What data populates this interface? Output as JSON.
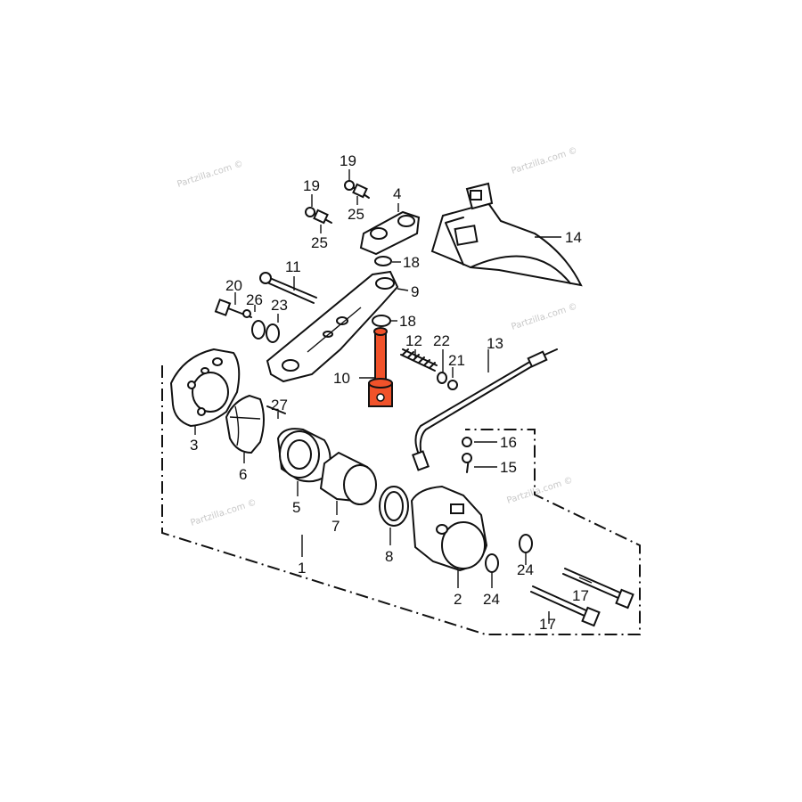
{
  "diagram": {
    "highlight_color": "#f0522a",
    "line_color": "#111111",
    "watermark": "Partzilla.com ©",
    "callouts": [
      {
        "id": "c1",
        "text": "1"
      },
      {
        "id": "c2",
        "text": "2"
      },
      {
        "id": "c3",
        "text": "3"
      },
      {
        "id": "c4",
        "text": "4"
      },
      {
        "id": "c5",
        "text": "5"
      },
      {
        "id": "c6",
        "text": "6"
      },
      {
        "id": "c7",
        "text": "7"
      },
      {
        "id": "c8",
        "text": "8"
      },
      {
        "id": "c9",
        "text": "9"
      },
      {
        "id": "c10",
        "text": "10"
      },
      {
        "id": "c11",
        "text": "11"
      },
      {
        "id": "c12",
        "text": "12"
      },
      {
        "id": "c13",
        "text": "13"
      },
      {
        "id": "c14",
        "text": "14"
      },
      {
        "id": "c15",
        "text": "15"
      },
      {
        "id": "c16",
        "text": "16"
      },
      {
        "id": "c17a",
        "text": "17"
      },
      {
        "id": "c17b",
        "text": "17"
      },
      {
        "id": "c18a",
        "text": "18"
      },
      {
        "id": "c18b",
        "text": "18"
      },
      {
        "id": "c19a",
        "text": "19"
      },
      {
        "id": "c19b",
        "text": "19"
      },
      {
        "id": "c20",
        "text": "20"
      },
      {
        "id": "c21",
        "text": "21"
      },
      {
        "id": "c22",
        "text": "22"
      },
      {
        "id": "c23",
        "text": "23"
      },
      {
        "id": "c24a",
        "text": "24"
      },
      {
        "id": "c24b",
        "text": "24"
      },
      {
        "id": "c25a",
        "text": "25"
      },
      {
        "id": "c25b",
        "text": "25"
      },
      {
        "id": "c26",
        "text": "26"
      },
      {
        "id": "c27",
        "text": "27"
      }
    ]
  }
}
